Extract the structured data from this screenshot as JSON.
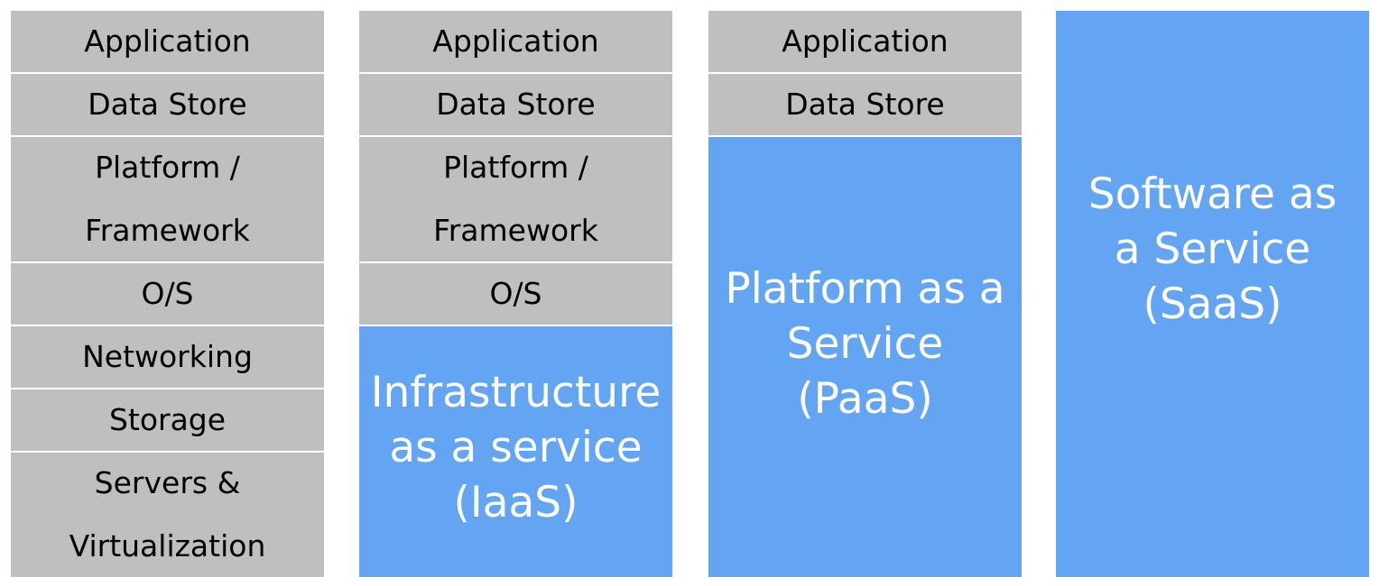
{
  "columns": [
    {
      "id": "on-premises",
      "layers": [
        {
          "lines": [
            "Application"
          ]
        },
        {
          "lines": [
            "Data Store"
          ]
        },
        {
          "lines": [
            "Platform /",
            "Framework"
          ]
        },
        {
          "lines": [
            "O/S"
          ]
        },
        {
          "lines": [
            "Networking"
          ]
        },
        {
          "lines": [
            "Storage"
          ]
        },
        {
          "lines": [
            "Servers &",
            "Virtualization"
          ]
        }
      ]
    },
    {
      "id": "iaas",
      "layers": [
        {
          "lines": [
            "Application"
          ]
        },
        {
          "lines": [
            "Data Store"
          ]
        },
        {
          "lines": [
            "Platform /",
            "Framework"
          ]
        },
        {
          "lines": [
            "O/S"
          ]
        }
      ],
      "service": {
        "lines": [
          "Infrastructure",
          "as a service",
          "(IaaS)"
        ]
      }
    },
    {
      "id": "paas",
      "layers": [
        {
          "lines": [
            "Application"
          ]
        },
        {
          "lines": [
            "Data Store"
          ]
        }
      ],
      "service": {
        "lines": [
          "Platform as a",
          "Service",
          "(PaaS)"
        ]
      }
    },
    {
      "id": "saas",
      "layers": [],
      "service": {
        "lines": [
          "Software as",
          "a Service",
          "(SaaS)"
        ]
      }
    }
  ],
  "colors": {
    "managed_layer": "#bfbfbf",
    "service_block": "#63a5f3",
    "background": "#ffffff"
  }
}
